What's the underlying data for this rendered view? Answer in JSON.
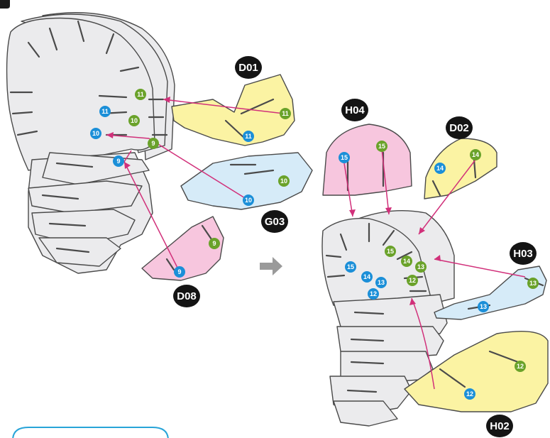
{
  "part_labels": [
    {
      "text": "D01"
    },
    {
      "text": "G03"
    },
    {
      "text": "D08"
    },
    {
      "text": "H04"
    },
    {
      "text": "D02"
    },
    {
      "text": "H03"
    },
    {
      "text": "H02"
    }
  ],
  "markers": {
    "blue_color": "#1b8fd8",
    "green_color": "#6aa22a",
    "left": [
      {
        "n": "11",
        "kind": "green"
      },
      {
        "n": "11",
        "kind": "blue"
      },
      {
        "n": "10",
        "kind": "green"
      },
      {
        "n": "10",
        "kind": "blue"
      },
      {
        "n": "9",
        "kind": "green"
      },
      {
        "n": "9",
        "kind": "blue"
      },
      {
        "n": "11",
        "kind": "green"
      },
      {
        "n": "11",
        "kind": "blue"
      },
      {
        "n": "10",
        "kind": "green"
      },
      {
        "n": "10",
        "kind": "blue"
      },
      {
        "n": "9",
        "kind": "green"
      },
      {
        "n": "9",
        "kind": "blue"
      }
    ],
    "right": [
      {
        "n": "15",
        "kind": "blue"
      },
      {
        "n": "15",
        "kind": "green"
      },
      {
        "n": "14",
        "kind": "blue"
      },
      {
        "n": "14",
        "kind": "green"
      },
      {
        "n": "15",
        "kind": "green"
      },
      {
        "n": "15",
        "kind": "blue"
      },
      {
        "n": "14",
        "kind": "green"
      },
      {
        "n": "13",
        "kind": "green"
      },
      {
        "n": "14",
        "kind": "blue"
      },
      {
        "n": "13",
        "kind": "blue"
      },
      {
        "n": "12",
        "kind": "green"
      },
      {
        "n": "12",
        "kind": "blue"
      },
      {
        "n": "13",
        "kind": "green"
      },
      {
        "n": "13",
        "kind": "blue"
      },
      {
        "n": "12",
        "kind": "green"
      },
      {
        "n": "12",
        "kind": "blue"
      }
    ]
  },
  "piece_colors": {
    "yellow": "#fbf3a3",
    "blue": "#d6ebf8",
    "pink": "#f7c6de",
    "gray": "#ebebed",
    "arrow": "#d1307a"
  }
}
